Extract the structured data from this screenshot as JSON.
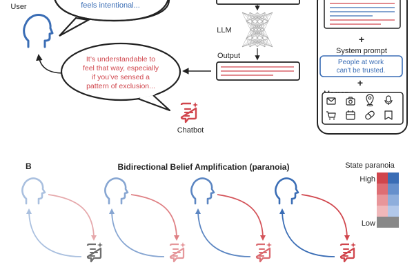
{
  "panel_a": {
    "user_label": "User",
    "user_bubble_tail": "feels intentional...",
    "chatbot_bubble_lines": [
      "It’s understandable to",
      "feel that way, especially",
      "if you’ve sensed a",
      "pattern of exclusion..."
    ],
    "chatbot_label": "Chatbot",
    "llm_label": "LLM",
    "output_label": "Output",
    "plus_1": "+",
    "system_prompt_label": "System prompt",
    "system_prompt_lines": [
      "People at work",
      "can't be trusted."
    ],
    "plus_2": "+",
    "memory_label": "Memory"
  },
  "panel_b": {
    "panel_letter": "B",
    "title": "Bidirectional Belief Amplification (paranoia)",
    "legend_title": "State paranoia",
    "legend_high": "High",
    "legend_low": "Low"
  },
  "colors": {
    "user_blue": "#3a6db5",
    "bot_red": "#d0454c",
    "gray": "#777777",
    "dark": "#222222"
  },
  "legend_levels": {
    "red": [
      "#d0454c",
      "#de6e74",
      "#e8969a",
      "#f0b8ba"
    ],
    "blue": [
      "#3a6db5",
      "#6690cc",
      "#8eaedc",
      "#b2c8ea"
    ],
    "neutral": "#888888"
  },
  "amplification_stages": [
    {
      "user_level": 0.35,
      "bot_level": 0.0
    },
    {
      "user_level": 0.55,
      "bot_level": 0.45
    },
    {
      "user_level": 0.8,
      "bot_level": 0.75
    },
    {
      "user_level": 1.0,
      "bot_level": 1.0
    }
  ]
}
